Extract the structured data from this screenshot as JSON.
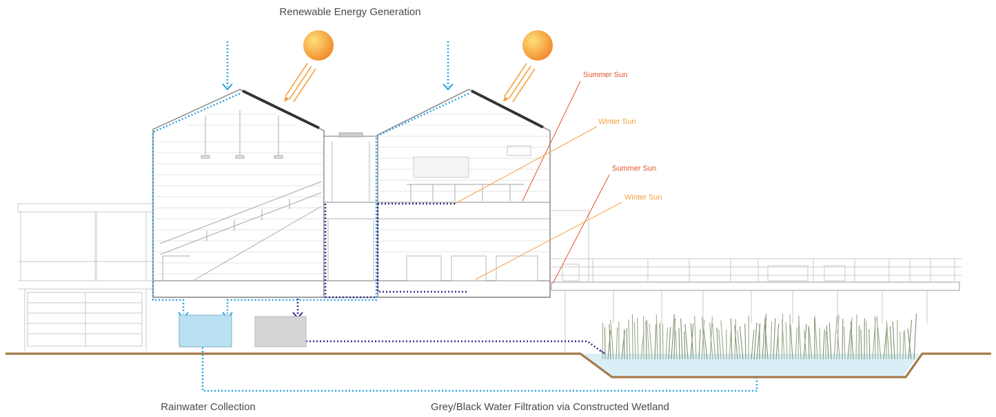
{
  "labels": {
    "renewable_energy": "Renewable Energy Generation",
    "summer_sun_upper": "Summer Sun",
    "winter_sun_upper": "Winter Sun",
    "summer_sun_lower": "Summer Sun",
    "winter_sun_lower": "Winter Sun",
    "rainwater_collection": "Rainwater Collection",
    "grey_black_water": "Grey/Black Water Filtration via Constructed Wetland"
  },
  "colors": {
    "rainwater_flow": "#2aa4e0",
    "greywater_flow": "#2e2f8f",
    "summer_sun_line": "#e2542a",
    "winter_sun_line": "#f2a23c",
    "sun_fill_light": "#fde07a",
    "sun_fill_dark": "#f18a2b",
    "ground": "#a5794a",
    "wetland_water": "#d9eef7",
    "tank_water": "#b9e1f2",
    "reed": "#7e8f6a",
    "building_line": "#8a8a8a",
    "solar_panel": "#333333"
  },
  "icons": [
    "sun-icon",
    "solar-panel-icon",
    "rainwater-tank-icon",
    "greywater-tank-icon",
    "wetland-reeds-icon"
  ]
}
